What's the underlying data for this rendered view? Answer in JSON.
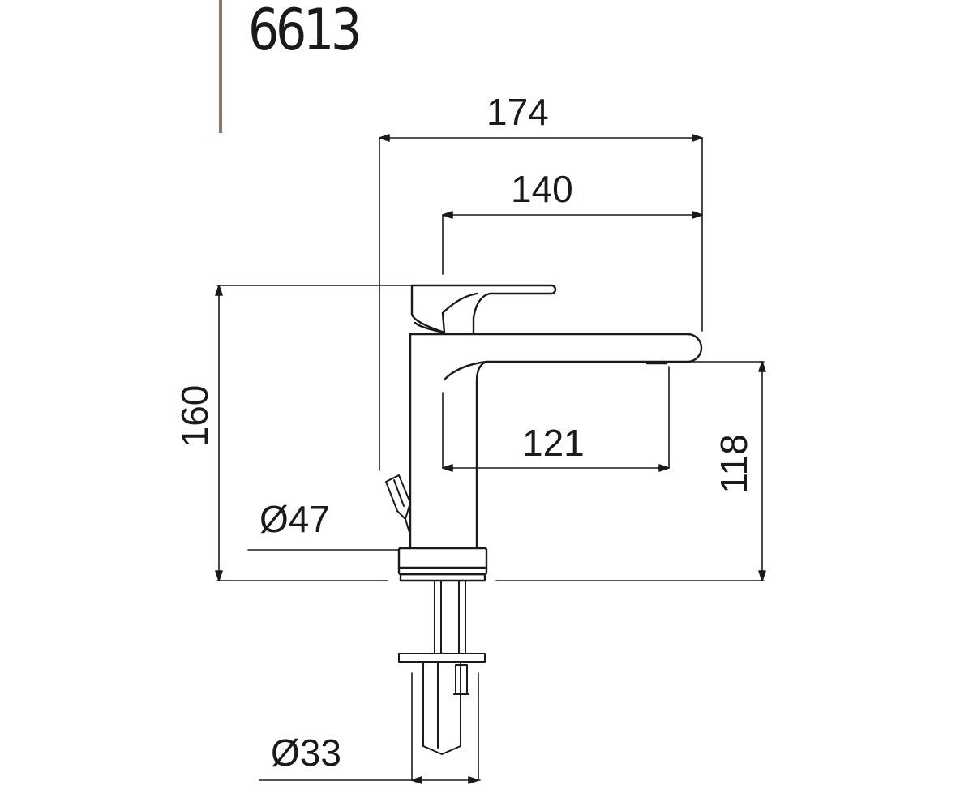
{
  "model": {
    "code": "6613",
    "accent_color": "#8a7566"
  },
  "dimensions": {
    "overall_length": "174",
    "spout_reach": "140",
    "spout_clearance_reach": "121",
    "overall_height": "160",
    "spout_height": "118",
    "base_diameter": "Ø47",
    "shank_diameter": "Ø33"
  },
  "colors": {
    "line": "#1a1a1a",
    "background": "#ffffff"
  }
}
